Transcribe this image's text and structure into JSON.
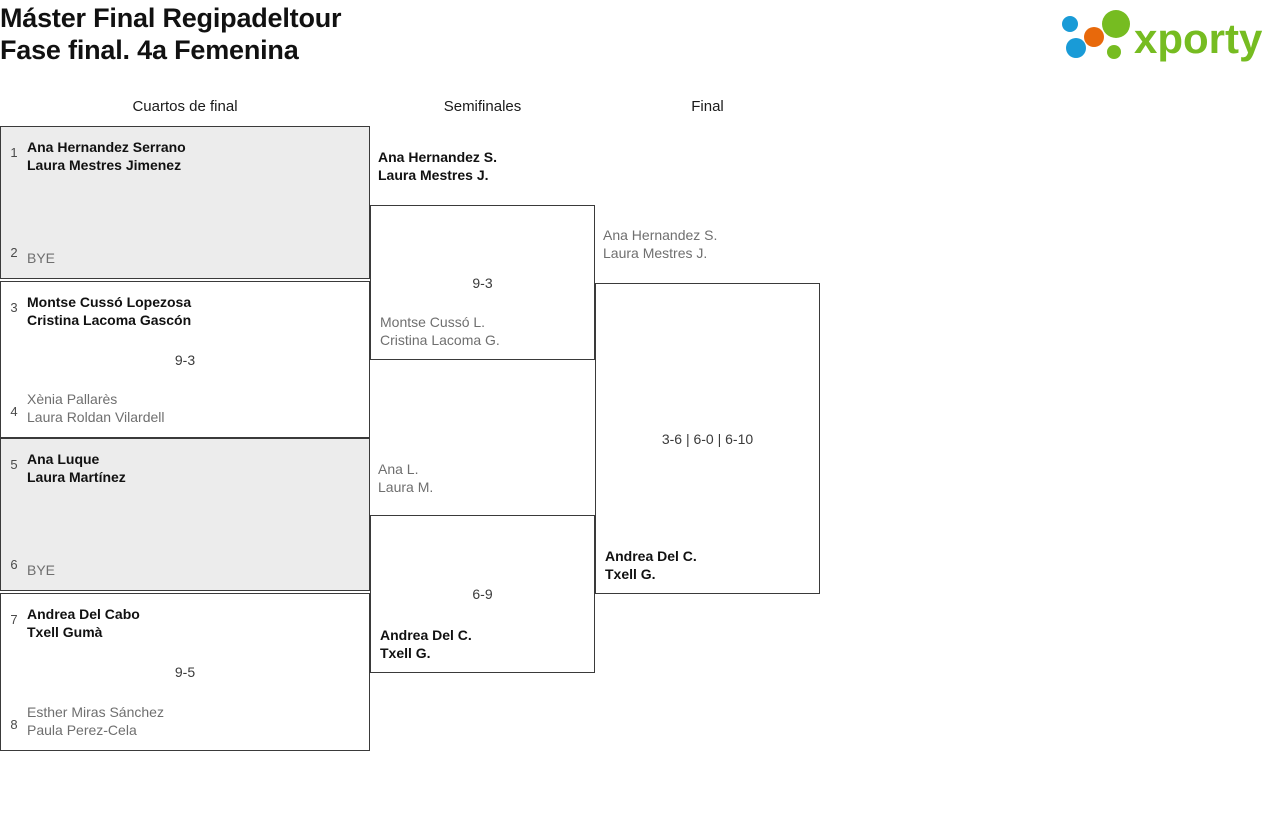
{
  "header": {
    "title": "Máster Final Regipadeltour\nFase final. 4a Femenina",
    "logo_name": "xporty",
    "logo_text": "xporty",
    "logo_colors": {
      "green": "#76bc21",
      "blue": "#199bd7",
      "orange": "#e8690b"
    }
  },
  "rounds": [
    {
      "label": "Cuartos de final"
    },
    {
      "label": "Semifinales"
    },
    {
      "label": "Final"
    }
  ],
  "quarterfinals": [
    {
      "shaded": true,
      "score": "",
      "top": {
        "seed": "1",
        "name": "Ana Hernandez Serrano\nLaura Mestres Jimenez",
        "winner": true
      },
      "bottom": {
        "seed": "2",
        "name": "BYE",
        "winner": false
      }
    },
    {
      "shaded": false,
      "score": "9-3",
      "top": {
        "seed": "3",
        "name": "Montse Cussó Lopezosa\nCristina Lacoma Gascón",
        "winner": true
      },
      "bottom": {
        "seed": "4",
        "name": "Xènia Pallarès\nLaura Roldan Vilardell",
        "winner": false
      }
    },
    {
      "shaded": true,
      "score": "",
      "top": {
        "seed": "5",
        "name": "Ana Luque\nLaura Martínez",
        "winner": true
      },
      "bottom": {
        "seed": "6",
        "name": "BYE",
        "winner": false
      }
    },
    {
      "shaded": false,
      "score": "9-5",
      "top": {
        "seed": "7",
        "name": "Andrea Del Cabo\nTxell Gumà",
        "winner": true
      },
      "bottom": {
        "seed": "8",
        "name": "Esther Miras Sánchez\nPaula Perez-Cela",
        "winner": false
      }
    }
  ],
  "semifinals": [
    {
      "score": "9-3",
      "top": {
        "name": "Ana Hernandez S.\nLaura Mestres J.",
        "winner": true
      },
      "bottom": {
        "name": "Montse Cussó L.\nCristina Lacoma G.",
        "winner": false
      }
    },
    {
      "score": "6-9",
      "top": {
        "name": "Ana L.\nLaura M.",
        "winner": false
      },
      "bottom": {
        "name": "Andrea Del C.\nTxell G.",
        "winner": true
      }
    }
  ],
  "final": {
    "score": "3-6 | 6-0 | 6-10",
    "top": {
      "name": "Ana Hernandez S.\nLaura Mestres J.",
      "winner": false
    },
    "bottom": {
      "name": "Andrea Del C.\nTxell G.",
      "winner": true
    }
  }
}
